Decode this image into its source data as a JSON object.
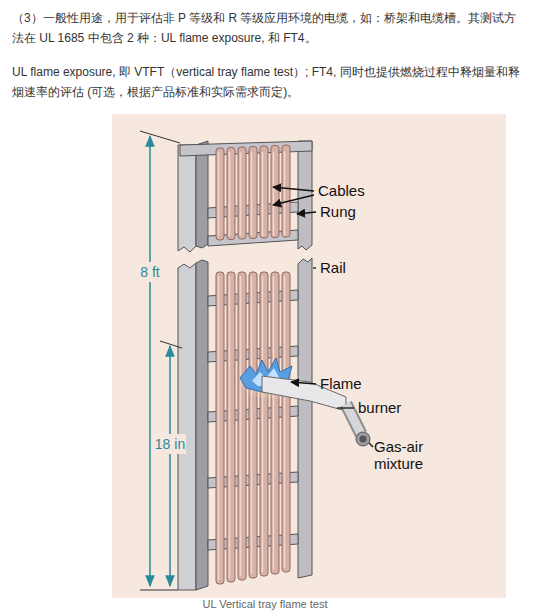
{
  "diagram": {
    "caption": "UL Vertical tray flame test",
    "labels": [
      "（3）一般性用途，用于评估非 P 等级和 R 等级应用环境的电缆，如：桥架和电缆槽。其测试方法在 UL 1685 中包含 2 种：UL flame exposure, 和 FT4。",
      "UL flame exposure, 即 VTFT（vertical tray flame test）; FT4, 同时也提供燃烧过程中释烟量和释烟速率的评估 (可选，根据产品标准和实际需求而定)。",
      "Cables",
      "Rung",
      "Rail",
      "8 ft",
      "18 in",
      "Flame",
      "burner",
      "Gas-air mixture"
    ]
  }
}
